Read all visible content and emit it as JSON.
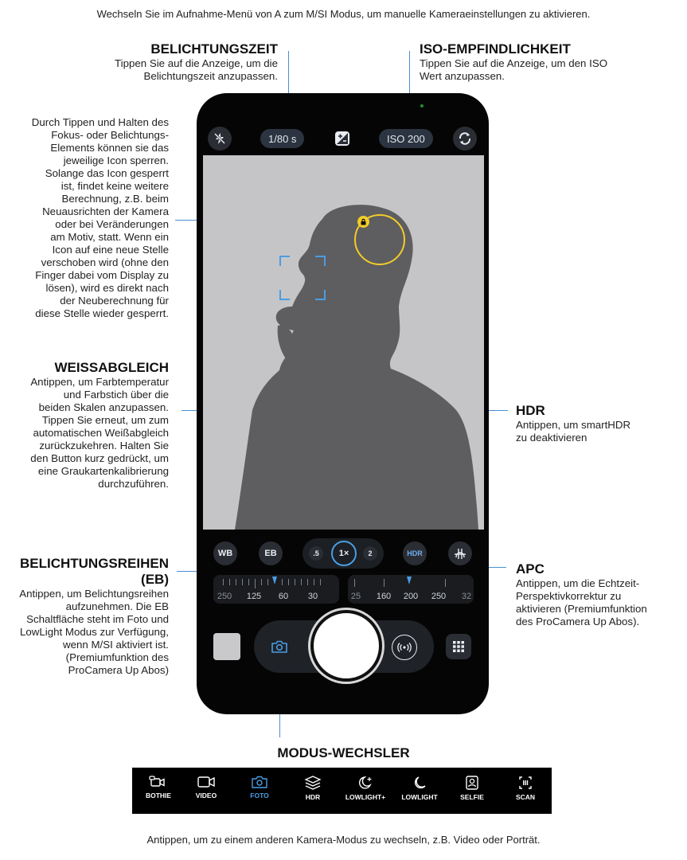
{
  "top_note": "Wechseln Sie im Aufnahme-Menü von A zum M/SI Modus, um manuelle Kameraeinstellungen zu aktivieren.",
  "bottom_note": "Antippen, um zu einem anderen Kamera-Modus zu wechseln, z.B. Video oder Porträt.",
  "annotations": {
    "belichtungszeit": {
      "title": "BELICHTUNGSZEIT",
      "body": [
        "Tippen Sie auf die Anzeige, um die",
        "Belichtungszeit anzupassen."
      ]
    },
    "iso": {
      "title": "ISO-EMPFINDLICHKEIT",
      "body": [
        "Tippen Sie auf die Anzeige, um den ISO",
        "Wert anzupassen."
      ]
    },
    "lock": {
      "body": [
        "Durch Tippen und Halten des",
        "Fokus- oder Belichtungs-",
        "Elements können sie das",
        "jeweilige Icon sperren.",
        "Solange das Icon gesperrt",
        "ist, findet keine weitere",
        "Berechnung, z.B. beim",
        "Neuausrichten der Kamera",
        "oder bei Veränderungen",
        "am Motiv, statt. Wenn ein",
        "Icon auf eine neue Stelle",
        "verschoben wird (ohne den",
        "Finger dabei vom Display zu",
        "lösen), wird es direkt nach",
        "der Neuberechnung für",
        "diese Stelle wieder gesperrt."
      ]
    },
    "weissabgleich": {
      "title": "WEISSABGLEICH",
      "body": [
        "Antippen, um Farbtemperatur",
        "und Farbstich über die",
        "beiden Skalen anzupassen.",
        "Tippen Sie erneut, um zum",
        "automatischen Weißabgleich",
        "zurückzukehren. Halten Sie",
        "den Button kurz gedrückt, um",
        "eine Graukartenkalibrierung",
        "durchzuführen."
      ]
    },
    "belichtungsreihen": {
      "title_1": "BELICHTUNGSREIHEN",
      "title_2": "(EB)",
      "body": [
        "Antippen, um Belichtungsreihen",
        "aufzunehmen. Die EB",
        "Schaltfläche steht im Foto und",
        "LowLight Modus zur Verfügung,",
        "wenn M/SI aktiviert ist.",
        "(Premiumfunktion des",
        "ProCamera Up Abos)"
      ]
    },
    "hdr": {
      "title": "HDR",
      "body": [
        "Antippen, um smartHDR",
        "zu deaktivieren"
      ]
    },
    "apc": {
      "title": "APC",
      "body": [
        "Antippen, um die Echtzeit-",
        "Perspektivkorrektur zu",
        "aktivieren (Premiumfunktion",
        "des ProCamera Up Abos)."
      ]
    },
    "modus": {
      "title": "MODUS-WECHSLER"
    }
  },
  "camera": {
    "shutter_speed": "1/80 s",
    "iso": "ISO 200",
    "wb_label": "WB",
    "eb_label": "EB",
    "hdr_label": "HDR",
    "zoom": [
      ".5",
      "1×",
      "2"
    ],
    "zoom_selected": "1×",
    "shutter_scale": [
      "250",
      "125",
      "60",
      "30"
    ],
    "iso_scale": [
      "25",
      "160",
      "200",
      "250",
      "32"
    ],
    "icons": [
      "flash-off-icon",
      "exposure-compensation-icon",
      "switch-camera-icon",
      "lock-icon",
      "camera-icon",
      "live-photo-icon",
      "grid-menu-icon",
      "apc-icon"
    ]
  },
  "modes": [
    {
      "label": "BOTHIE",
      "icon": "bothie-icon"
    },
    {
      "label": "VIDEO",
      "icon": "video-icon"
    },
    {
      "label": "FOTO",
      "icon": "photo-icon",
      "active": true
    },
    {
      "label": "HDR",
      "icon": "hdr-layers-icon"
    },
    {
      "label": "LOWLIGHT+",
      "icon": "moon-plus-icon"
    },
    {
      "label": "LOWLIGHT",
      "icon": "moon-icon"
    },
    {
      "label": "SELFIE",
      "icon": "selfie-icon"
    },
    {
      "label": "SCAN",
      "icon": "scan-icon"
    }
  ],
  "colors": {
    "accent": "#4a9de3",
    "line": "#4a8fd4",
    "exposure": "#f2cc2a",
    "viewfinder": "#c5c5c7",
    "phone": "#050505"
  }
}
